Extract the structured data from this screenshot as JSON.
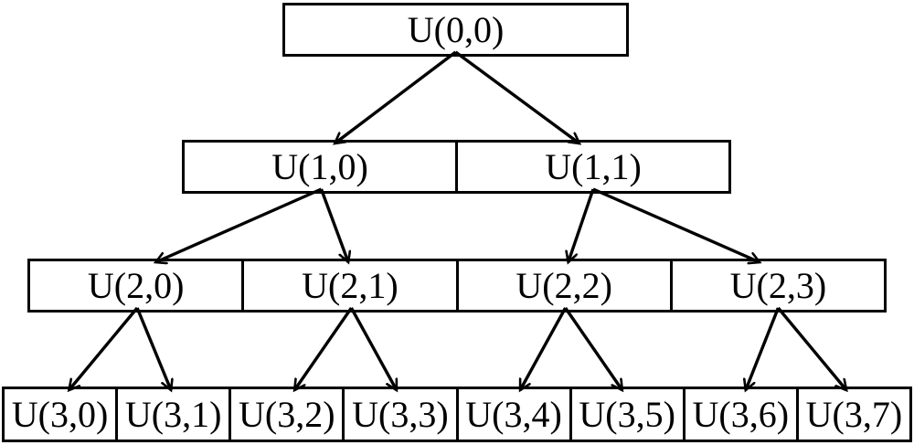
{
  "diagram": {
    "title": "recursive-halving-tree",
    "background_color": "#ffffff",
    "line_color": "#000000",
    "text_color": "#000000",
    "levels": [
      {
        "name": "level-0",
        "nodes": [
          {
            "id": "U00",
            "label": "U(0,0)"
          }
        ]
      },
      {
        "name": "level-1",
        "nodes": [
          {
            "id": "U10",
            "label": "U(1,0)"
          },
          {
            "id": "U11",
            "label": "U(1,1)"
          }
        ]
      },
      {
        "name": "level-2",
        "nodes": [
          {
            "id": "U20",
            "label": "U(2,0)"
          },
          {
            "id": "U21",
            "label": "U(2,1)"
          },
          {
            "id": "U22",
            "label": "U(2,2)"
          },
          {
            "id": "U23",
            "label": "U(2,3)"
          }
        ]
      },
      {
        "name": "level-3",
        "nodes": [
          {
            "id": "U30",
            "label": "U(3,0)"
          },
          {
            "id": "U31",
            "label": "U(3,1)"
          },
          {
            "id": "U32",
            "label": "U(3,2)"
          },
          {
            "id": "U33",
            "label": "U(3,3)"
          },
          {
            "id": "U34",
            "label": "U(3,4)"
          },
          {
            "id": "U35",
            "label": "U(3,5)"
          },
          {
            "id": "U36",
            "label": "U(3,6)"
          },
          {
            "id": "U37",
            "label": "U(3,7)"
          }
        ]
      }
    ],
    "edges": [
      {
        "from": "U00",
        "to": "U10"
      },
      {
        "from": "U00",
        "to": "U11"
      },
      {
        "from": "U10",
        "to": "U20"
      },
      {
        "from": "U10",
        "to": "U21"
      },
      {
        "from": "U11",
        "to": "U22"
      },
      {
        "from": "U11",
        "to": "U23"
      },
      {
        "from": "U20",
        "to": "U30"
      },
      {
        "from": "U20",
        "to": "U31"
      },
      {
        "from": "U21",
        "to": "U32"
      },
      {
        "from": "U21",
        "to": "U33"
      },
      {
        "from": "U22",
        "to": "U34"
      },
      {
        "from": "U22",
        "to": "U35"
      },
      {
        "from": "U23",
        "to": "U36"
      },
      {
        "from": "U23",
        "to": "U37"
      }
    ]
  }
}
